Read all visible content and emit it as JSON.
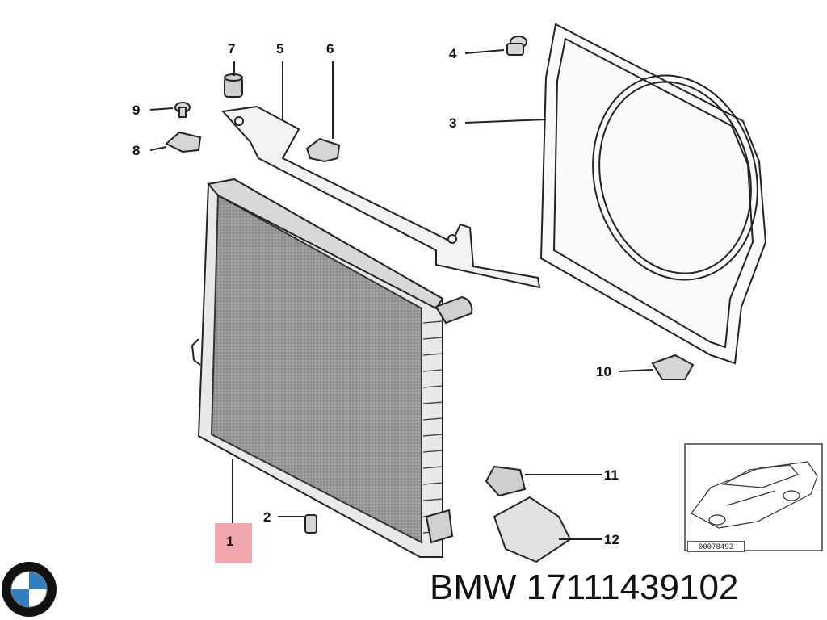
{
  "callouts": {
    "c1": "1",
    "c2": "2",
    "c3": "3",
    "c4": "4",
    "c5": "5",
    "c6": "6",
    "c7": "7",
    "c8": "8",
    "c9": "9",
    "c10": "10",
    "c11": "11",
    "c12": "12"
  },
  "inset": {
    "caption": "00078492"
  },
  "footer": {
    "brand_part_number": "BMW 17111439102"
  },
  "colors": {
    "highlight": "#f2a6ad",
    "line": "#222222",
    "core_fill": "#8a8a8a"
  }
}
